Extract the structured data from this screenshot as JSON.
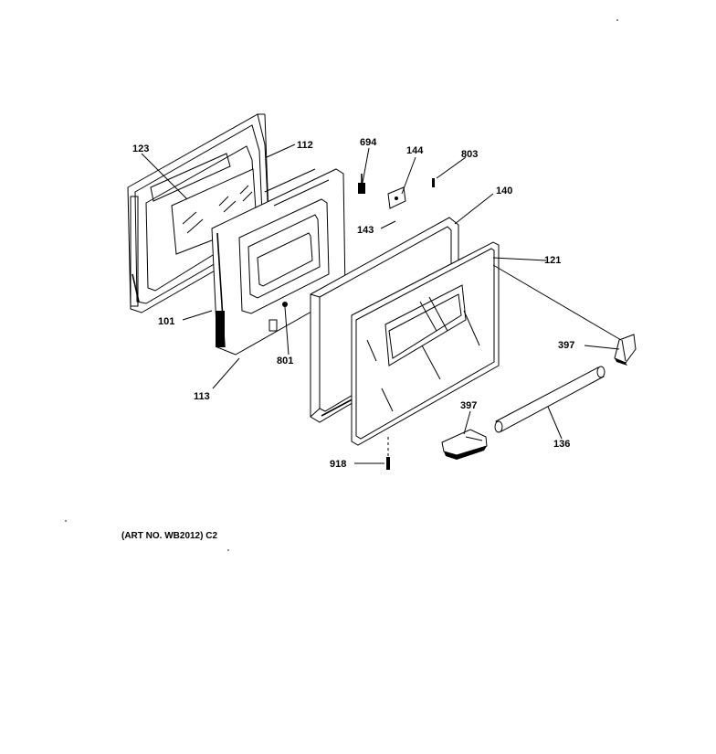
{
  "labels": {
    "p123": "123",
    "p112": "112",
    "p694": "694",
    "p144": "144",
    "p803": "803",
    "p140": "140",
    "p143": "143",
    "p121": "121",
    "p101": "101",
    "p801": "801",
    "p113": "113",
    "p397a": "397",
    "p397b": "397",
    "p136": "136",
    "p918": "918"
  },
  "art_number": "(ART NO. WB2012) C2"
}
